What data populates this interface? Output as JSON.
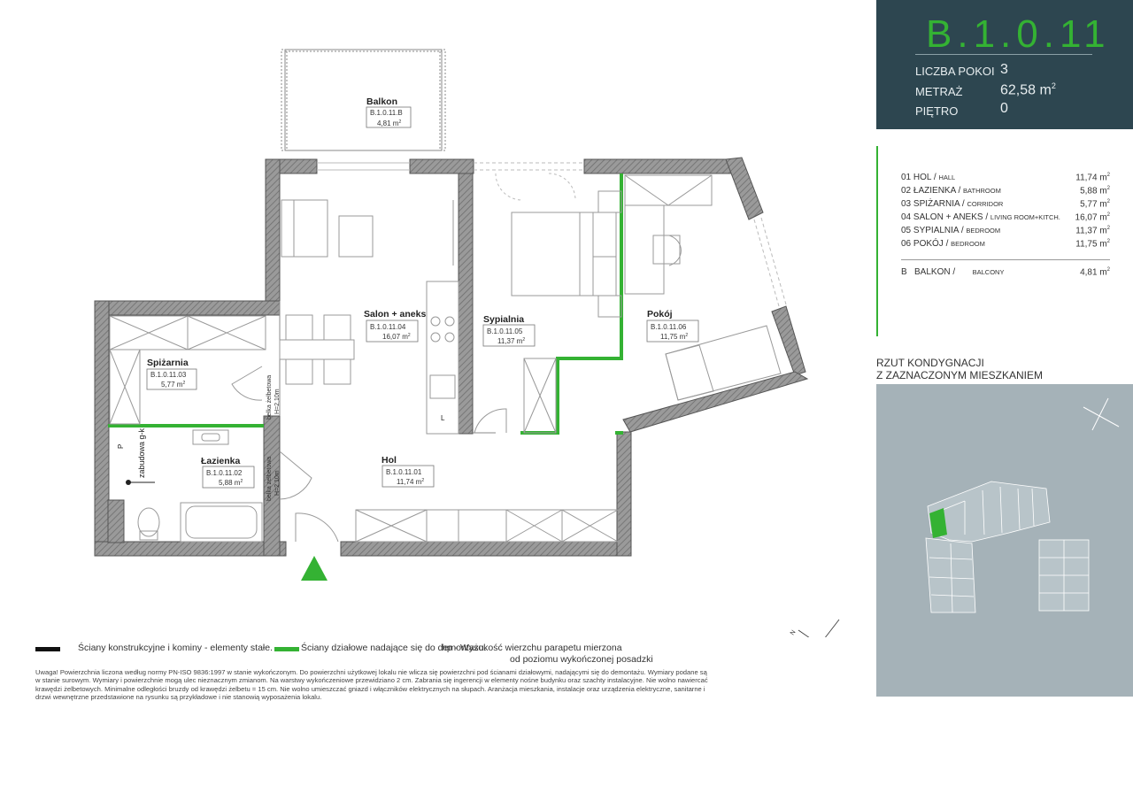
{
  "header": {
    "unit_id": "B.1.0.11",
    "rooms_label": "LICZBA POKOI",
    "rooms_value": "3",
    "area_label": "METRAŻ",
    "area_value": "62,58",
    "area_unit": "m",
    "area_unit_exp": "2",
    "floor_label": "PIĘTRO",
    "floor_value": "0"
  },
  "room_table": [
    {
      "no": "01",
      "pl": "HOL /",
      "en": "HALL",
      "area": "11,74 m",
      "exp": "2"
    },
    {
      "no": "02",
      "pl": "ŁAZIENKA /",
      "en": "BATHROOM",
      "area": "5,88 m",
      "exp": "2"
    },
    {
      "no": "03",
      "pl": "SPIŻARNIA /",
      "en": "CORRIDOR",
      "area": "5,77 m",
      "exp": "2"
    },
    {
      "no": "04",
      "pl": "SALON + ANEKS /",
      "en": "LIVING ROOM+KITCH.",
      "area": "16,07 m",
      "exp": "2"
    },
    {
      "no": "05",
      "pl": "SYPIALNIA /",
      "en": "BEDROOM",
      "area": "11,37 m",
      "exp": "2"
    },
    {
      "no": "06",
      "pl": "POKÓJ /",
      "en": "BEDROOM",
      "area": "11,75 m",
      "exp": "2"
    }
  ],
  "balcony_row": {
    "no": "B",
    "pl": "BALKON /",
    "en": "BALCONY",
    "area": "4,81 m",
    "exp": "2"
  },
  "key_plan": {
    "title_line1": "RZUT KONDYGNACJI",
    "title_line2": "Z ZAZNACZONYM MIESZKANIEM",
    "north": "N"
  },
  "rooms": {
    "balkon": {
      "name": "Balkon",
      "code": "B.1.0.11.B",
      "area": "4,81 m",
      "exp": "2"
    },
    "salon": {
      "name": "Salon + aneks",
      "code": "B.1.0.11.04",
      "area": "16,07 m",
      "exp": "2"
    },
    "sypialnia": {
      "name": "Sypialnia",
      "code": "B.1.0.11.05",
      "area": "11,37 m",
      "exp": "2"
    },
    "pokoj": {
      "name": "Pokój",
      "code": "B.1.0.11.06",
      "area": "11,75 m",
      "exp": "2"
    },
    "spizarnia": {
      "name": "Spiżarnia",
      "code": "B.1.0.11.03",
      "area": "5,77 m",
      "exp": "2"
    },
    "lazienka": {
      "name": "Łazienka",
      "code": "B.1.0.11.02",
      "area": "5,88 m",
      "exp": "2"
    },
    "hol": {
      "name": "Hol",
      "code": "B.1.0.11.01",
      "area": "11,74 m",
      "exp": "2"
    }
  },
  "plan_notes": {
    "beam1_l1": "belka żelbetowa",
    "beam1_l2": "H=2,10m",
    "beam2_l1": "belka żelbetowa",
    "beam2_l2": "H=2,10m",
    "zabudowa": "zabudowa g-k",
    "p_mark": "P",
    "l_mark": "L"
  },
  "legend": {
    "structural": "Ściany konstrukcyjne i kominy - elementy stałe.",
    "partition": "Ściany działowe nadające się do demontażu.",
    "hp_line1": "hp - Wysokość wierzchu parapetu mierzona",
    "hp_line2": "od poziomu wykończonej posadzki"
  },
  "note": "Uwaga! Powierzchnia liczona według normy PN-ISO 9836:1997 w stanie wykończonym. Do powierzchni użytkowej lokalu nie wlicza się powierzchni pod ścianami działowymi, nadającymi się do demontażu. Wymiary podane są w stanie surowym. Wymiary i powierzchnie mogą ulec nieznacznym zmianom. Na warstwy wykończeniowe przewidziano 2 cm. Zabrania się ingerencji w elementy nośne budynku oraz szachty instalacyjne. Nie wolno nawiercać krawędzi żelbetowych. Minimalne odległości bruzdy od krawędzi żelbetu = 15 cm. Nie wolno umieszczać gniazd i włączników elektrycznych na słupach. Aranżacja mieszkania, instalacje oraz urządzenia elektryczne, sanitarne i drzwi wewnętrzne przedstawione na rysunku są przykładowe i nie stanowią wyposażenia lokalu.",
  "colors": {
    "accent": "#34b233",
    "panel": "#2d4650",
    "keymap_bg": "#a5b2b8",
    "wall": "#555555"
  }
}
